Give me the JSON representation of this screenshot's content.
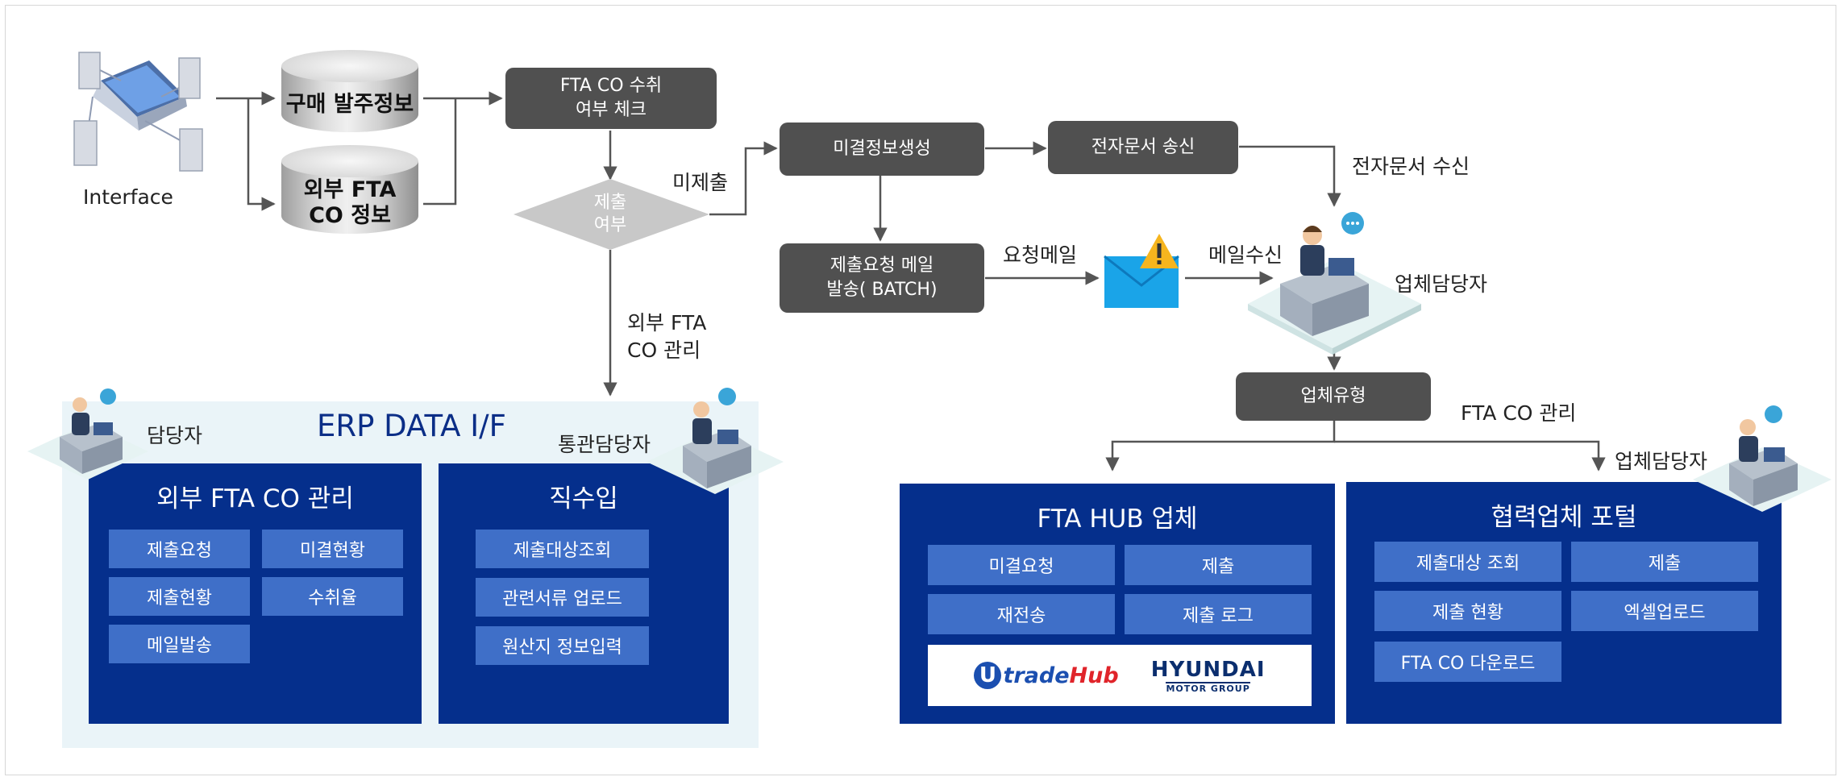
{
  "interface": {
    "label": "Interface"
  },
  "db_purchase": "구매 발주정보",
  "db_external": "외부 FTA\nCO 정보",
  "check_box": "FTA CO 수취\n여부 체크",
  "decision": "제출\n여부",
  "label_not_submitted": "미제출",
  "label_external_mgmt": "외부 FTA\nCO 관리",
  "unresolved_box": "미결정보생성",
  "edoc_send_box": "전자문서 송신",
  "label_edoc_receive": "전자문서 수신",
  "mail_box": "제출요청 메일\n발송( BATCH)",
  "label_request_mail": "요청메일",
  "label_mail_receive": "메일수신",
  "vendor_person_label": "업체담당자",
  "vendor_type_box": "업체유형",
  "label_fta_co_mgmt": "FTA CO 관리",
  "vendor_person_label2": "업체담당자",
  "erp": {
    "title": "ERP DATA I/F",
    "person_label": "담당자",
    "customs_person_label": "통관담당자",
    "panel_external": {
      "title": "외부 FTA CO 관리",
      "buttons": [
        "제출요청",
        "미결현황",
        "제출현황",
        "수취율",
        "메일발송"
      ]
    },
    "panel_direct": {
      "title": "직수입",
      "buttons": [
        "제출대상조회",
        "관련서류 업로드",
        "원산지 정보입력"
      ]
    }
  },
  "hub": {
    "title": "FTA HUB 업체",
    "buttons": [
      "미결요청",
      "제출",
      "재전송",
      "제출 로그"
    ],
    "logo_utradehub": {
      "u": "U",
      "trade": "trade",
      "hub": "Hub"
    },
    "logo_hyundai": {
      "big": "HYUNDAI",
      "small": "MOTOR GROUP"
    }
  },
  "portal": {
    "title": "협력업체 포털",
    "buttons": [
      "제출대상 조회",
      "제출",
      "제출 현황",
      "엑셀업로드",
      "FTA CO 다운로드"
    ]
  },
  "colors": {
    "dark_box": "#505050",
    "panel_blue": "#052f8c",
    "button_blue": "#3f6fc8",
    "erp_bg": "#eaf4f8"
  }
}
